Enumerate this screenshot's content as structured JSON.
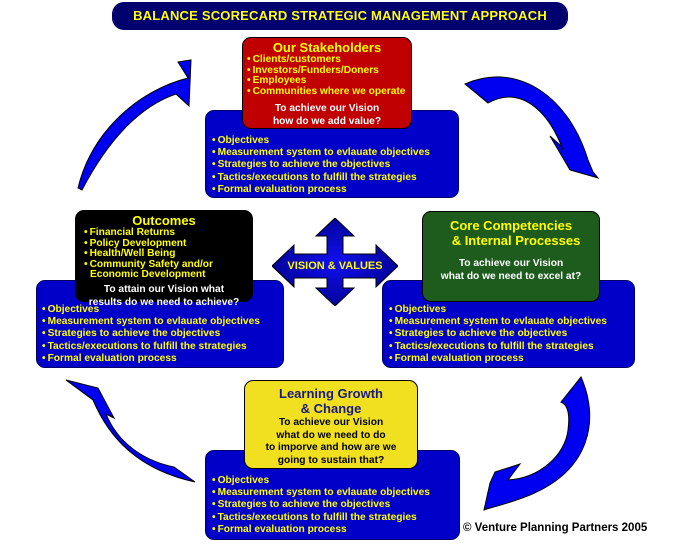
{
  "title": "BALANCE SCORECARD STRATEGIC MANAGEMENT APPROACH",
  "center": {
    "label": "VISION & VALUES",
    "icon": "four-way-arrow-icon"
  },
  "common_list": [
    "Objectives",
    "Measurement system to evlauate objectives",
    "Strategies to achieve the objectives",
    "Tactics/executions to fulfill the strategies",
    "Formal evaluation process"
  ],
  "stakeholders": {
    "heading": "Our Stakeholders",
    "items": [
      "Clients/customers",
      "Investors/Funders/Doners",
      "Employees",
      "Communities where we operate"
    ],
    "question_lines": [
      "To achieve our Vision",
      "how do we add value?"
    ],
    "color": "#c00000"
  },
  "outcomes": {
    "heading": "Outcomes",
    "items": [
      "Financial Returns",
      "Policy Development",
      "Health/Well Being",
      "Community Safety and/or",
      "Economic Development"
    ],
    "question_lines": [
      "To attain our Vision what",
      "results do we need to achieve?"
    ],
    "color": "#000000"
  },
  "core": {
    "heading_lines": [
      "Core Competencies",
      "& Internal Processes"
    ],
    "question_lines": [
      "To achieve our Vision",
      "what do we need to excel at?"
    ],
    "color": "#1e5c1e"
  },
  "learning": {
    "heading_lines": [
      "Learning Growth",
      "& Change"
    ],
    "question_lines": [
      "To achieve our Vision",
      "what do we need to do",
      "to imporve and how are we",
      "going to sustain that?"
    ],
    "color": "#f0e020"
  },
  "colors": {
    "panel_blue": "#0000c8",
    "title_navy": "#00006e",
    "text_yellow": "#ffff00",
    "arrow_blue": "#0000f0"
  },
  "copyright": "© Venture Planning Partners 2005"
}
